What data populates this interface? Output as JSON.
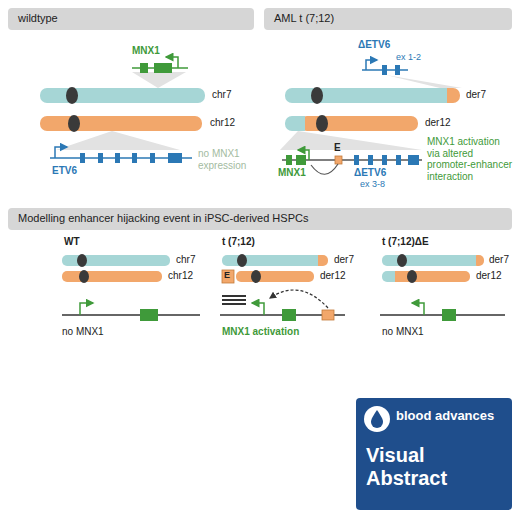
{
  "diagram": {
    "nodes": [
      {
        "text": [
          "wildtype"
        ]
      },
      {
        "text": [
          "AML t (7;12)"
        ]
      },
      {
        "text": [
          "Modelling enhancer hijacking event in iPSC-derived HSPCs"
        ]
      },
      {
        "text": [
          "blood advances",
          "Visual Abstract"
        ]
      }
    ],
    "labels": [
      "MNX1",
      "chr7",
      "chr12",
      "ETV6",
      "no MNX1 expression",
      "ΔETV6",
      "ex 1-2",
      "der7",
      "der12",
      "MNX1",
      "E",
      "ΔETV6",
      "ex 3-8",
      "MNX1 activation via altered promoter-enhancer interaction",
      "WT",
      "chr7",
      "chr12",
      "no MNX1",
      "t (7;12)",
      "der7",
      "der12",
      "E",
      "MNX1 activation",
      "t (7;12)ΔE",
      "der7",
      "der12",
      "no MNX1"
    ]
  }
}
